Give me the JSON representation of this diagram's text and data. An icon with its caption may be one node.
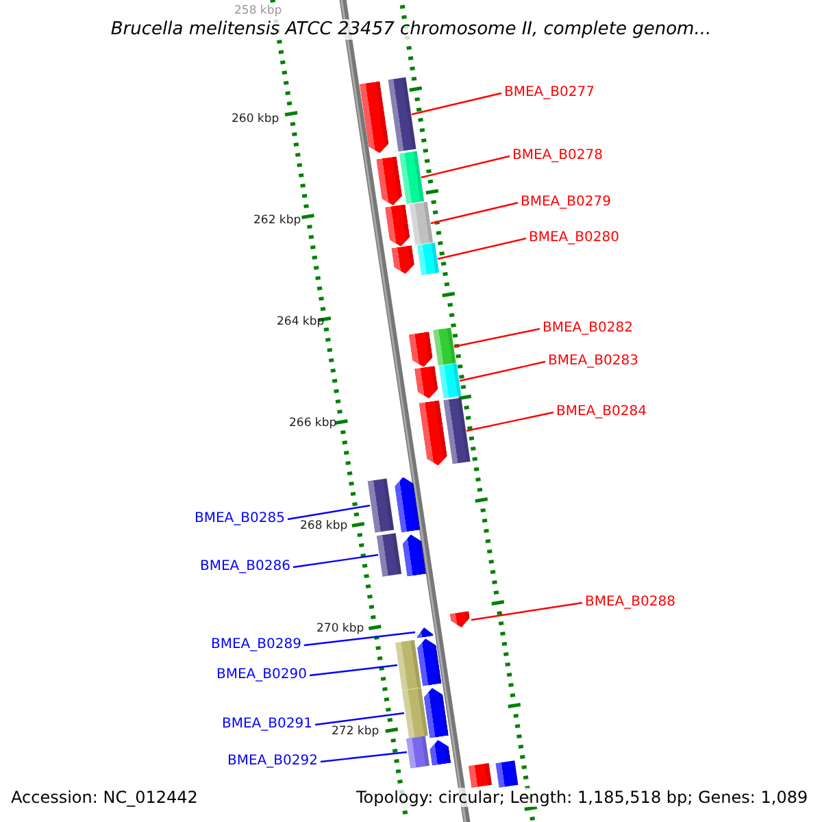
{
  "diagram": {
    "title": "Brucella melitensis ATCC 23457 chromosome II, complete genom...",
    "nodes": [
      {
        "text": [
          "BMEA_B0277"
        ]
      },
      {
        "text": [],
        "shape": "bar"
      },
      {
        "text": [
          "BMEA_B0278"
        ]
      },
      {
        "text": [],
        "shape": "bar"
      },
      {
        "text": [
          "BMEA_B0279"
        ]
      },
      {
        "text": [],
        "shape": "bar"
      },
      {
        "text": [
          "BMEA_B0280"
        ]
      },
      {
        "text": [],
        "shape": "bar"
      },
      {
        "text": [
          "BMEA_B0282"
        ]
      },
      {
        "text": [],
        "shape": "bar"
      },
      {
        "text": [
          "BMEA_B0283"
        ]
      },
      {
        "text": [],
        "shape": "bar"
      },
      {
        "text": [
          "BMEA_B0284"
        ]
      },
      {
        "text": [],
        "shape": "bar"
      },
      {
        "text": [
          "BMEA_B0285"
        ]
      },
      {
        "text": [],
        "shape": "bar"
      },
      {
        "text": [
          "BMEA_B0286"
        ]
      },
      {
        "text": [],
        "shape": "bar"
      },
      {
        "text": [
          "BMEA_B0288"
        ]
      },
      {
        "text": [],
        "shape": "arrow"
      },
      {
        "text": [
          "BMEA_B0289"
        ]
      },
      {
        "text": [],
        "shape": "arrow"
      },
      {
        "text": [
          "BMEA_B0290"
        ]
      },
      {
        "text": [],
        "shape": "bar"
      },
      {
        "text": [
          "BMEA_B0291"
        ]
      },
      {
        "text": [],
        "shape": "bar"
      },
      {
        "text": [
          "BMEA_B0292"
        ]
      },
      {
        "text": [],
        "shape": "bar"
      },
      {
        "text": [],
        "shape": "arrow"
      },
      {
        "text": [],
        "shape": "arrow"
      },
      {
        "text": [],
        "shape": "arrow"
      },
      {
        "text": [],
        "shape": "arrow"
      },
      {
        "text": [],
        "shape": "arrow"
      },
      {
        "text": [],
        "shape": "arrow"
      },
      {
        "text": [],
        "shape": "arrow"
      },
      {
        "text": [],
        "shape": "arrow"
      },
      {
        "text": [],
        "shape": "arrow"
      },
      {
        "text": [],
        "shape": "arrow"
      },
      {
        "text": [],
        "shape": "arrow"
      },
      {
        "text": [],
        "shape": "arrow"
      },
      {
        "text": [],
        "shape": "bar"
      },
      {
        "text": [],
        "shape": "bar"
      }
    ],
    "edges": [
      {
        "from": 0,
        "to": 1,
        "arrow": "none"
      },
      {
        "from": 2,
        "to": 3,
        "arrow": "none"
      },
      {
        "from": 4,
        "to": 5,
        "arrow": "none"
      },
      {
        "from": 6,
        "to": 7,
        "arrow": "none"
      },
      {
        "from": 8,
        "to": 9,
        "arrow": "none"
      },
      {
        "from": 10,
        "to": 11,
        "arrow": "none"
      },
      {
        "from": 12,
        "to": 13,
        "arrow": "none"
      },
      {
        "from": 14,
        "to": 15,
        "arrow": "none",
        "color": "#0000ff"
      },
      {
        "from": 16,
        "to": 17,
        "arrow": "none",
        "color": "#0000ff"
      },
      {
        "from": 18,
        "to": 19,
        "arrow": "none"
      },
      {
        "from": 20,
        "to": 21,
        "arrow": "none",
        "color": "#0000ff"
      },
      {
        "from": 22,
        "to": 23,
        "arrow": "none",
        "color": "#0000ff"
      },
      {
        "from": 24,
        "to": 25,
        "arrow": "none",
        "color": "#0000ff"
      },
      {
        "from": 26,
        "to": 27,
        "arrow": "none",
        "color": "#0000ff"
      }
    ],
    "labels": [
      "258 kbp",
      "260 kbp",
      "262 kbp",
      "264 kbp",
      "266 kbp",
      "268 kbp",
      "270 kbp",
      "272 kbp",
      "Accession: NC_012442",
      "Topology: circular; Length: 1,185,518 bp; Genes: 1,089"
    ]
  }
}
